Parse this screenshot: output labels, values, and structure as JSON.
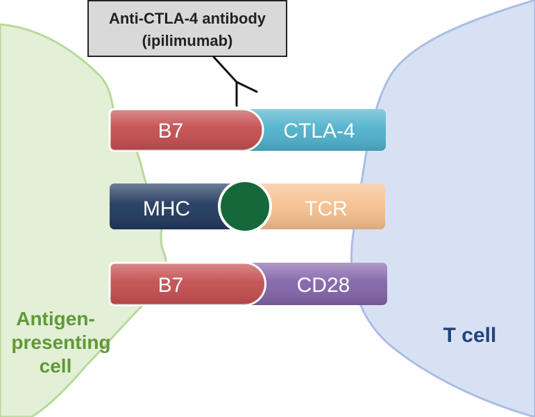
{
  "callout": {
    "line1": "Anti-CTLA-4 antibody",
    "line2": "(ipilimumab)"
  },
  "cells": {
    "apc": {
      "line1": "Antigen-",
      "line2": "presenting",
      "line3": "cell",
      "fill": "#e3efd6",
      "stroke": "#b8d99a",
      "text_color": "#5e9a36"
    },
    "tcell": {
      "label": "T cell",
      "fill": "#d8e1f3",
      "stroke": "#a9bde6",
      "text_color": "#23427a"
    }
  },
  "pairs": [
    {
      "left": "B7",
      "right": "CTLA-4",
      "left_color": "#c44d4f",
      "right_color": "#4eb1cc"
    },
    {
      "left": "MHC",
      "right": "TCR",
      "left_color": "#20395e",
      "right_color": "#f6c08e",
      "antigen_color": "#16683a"
    },
    {
      "left": "B7",
      "right": "CD28",
      "left_color": "#c44d4f",
      "right_color": "#8364a8"
    }
  ]
}
